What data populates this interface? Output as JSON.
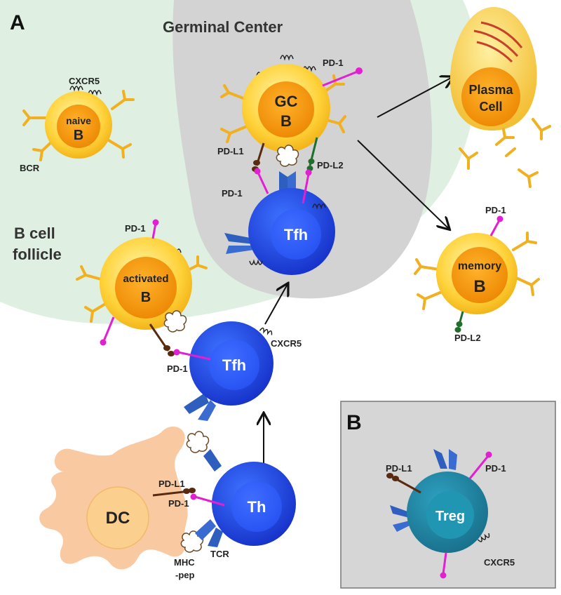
{
  "panel_labels": {
    "a": "A",
    "b": "B"
  },
  "regions": {
    "germinal_center": "Germinal Center",
    "follicle_line1": "B cell",
    "follicle_line2": "follicle"
  },
  "cells": {
    "naive_b": {
      "line1": "naive",
      "line2": "B"
    },
    "gc_b": {
      "line1": "GC",
      "line2": "B"
    },
    "plasma": {
      "line1": "Plasma",
      "line2": "Cell"
    },
    "activated_b": {
      "line1": "activated",
      "line2": "B"
    },
    "memory_b": {
      "line1": "memory",
      "line2": "B"
    },
    "tfh_gc": "Tfh",
    "tfh_mid": "Tfh",
    "th": "Th",
    "dc": "DC",
    "treg": "Treg"
  },
  "molecules": {
    "cxcr5_naive": "CXCR5",
    "bcr": "BCR",
    "pd1_gc": "PD-1",
    "pdl1_gc": "PD-L1",
    "pd1_tfh_gc": "PD-1",
    "pdl2_gc": "PD-L2",
    "pd1_activated": "PD-1",
    "pd1_tfh_mid": "PD-1",
    "cxcr5_tfh_mid": "CXCR5",
    "pd1_memory": "PD-1",
    "pdl2_memory": "PD-L2",
    "pdl1_dc": "PD-L1",
    "pd1_th": "PD-1",
    "tcr": "TCR",
    "mhc_line1": "MHC",
    "mhc_line2": "-pep",
    "pdl1_treg": "PD-L1",
    "pd1_treg": "PD-1",
    "cxcr5_treg": "CXCR5"
  },
  "colors": {
    "follicle": "#dff0e2",
    "germinal_center": "#d3d3d3",
    "b_cell_outer": "#ffd23a",
    "b_cell_nucleus": "#f39a10",
    "plasma_cell": "#f7c63a",
    "t_cell": "#1f45e0",
    "t_cell_nucleus": "#3563ff",
    "treg": "#1f8aa8",
    "dc": "#f9c9a2",
    "antibody": "#f0b020",
    "tcr": "#2f5fbe",
    "pd1": "#e21fd2",
    "pdl1": "#5a2a10",
    "pdl2": "#1f6e2c",
    "arrow": "#111111"
  }
}
